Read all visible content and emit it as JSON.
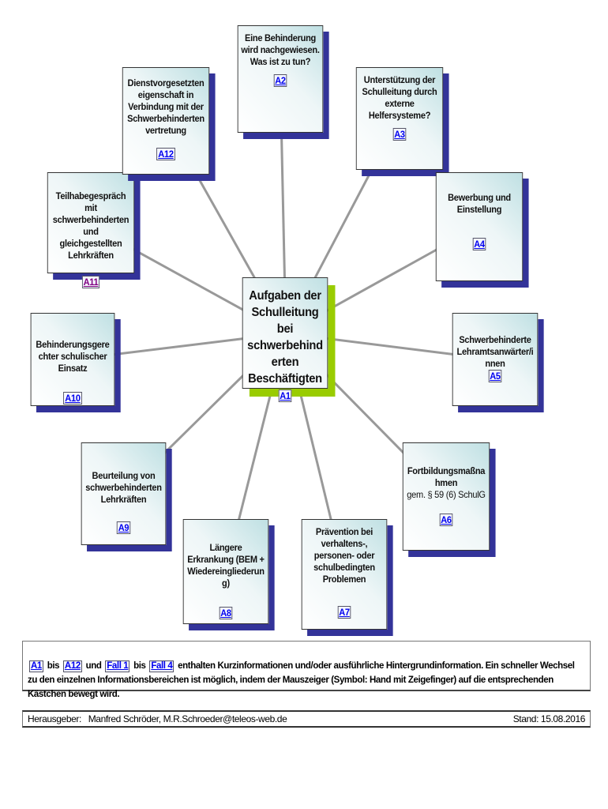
{
  "hub": {
    "title": "Aufgaben der Schulleitung bei schwerbehinderten Beschäftigten",
    "link": "A1"
  },
  "boxes": [
    {
      "id": "A2",
      "text": "Eine Behinderung wird nachgewiesen. Was ist zu tun?",
      "link": "A2"
    },
    {
      "id": "A3",
      "text": "Unterstützung der Schulleitung durch externe Helfersysteme?",
      "link": "A3"
    },
    {
      "id": "A4",
      "text": "Bewerbung und Einstellung",
      "link": "A4"
    },
    {
      "id": "A5",
      "text": "Schwerbehinderte Lehramtsanwärter/innen",
      "link": "A5"
    },
    {
      "id": "A6",
      "text": "Fortbildungsmaßnahmen",
      "sub": "gem. § 59 (6) SchulG",
      "link": "A6"
    },
    {
      "id": "A7",
      "text": "Prävention bei verhaltens-, personen- oder schulbedingten Problemen",
      "link": "A7"
    },
    {
      "id": "A8",
      "text": "Längere Erkrankung (BEM + Wiedereingliederung)",
      "link": "A8"
    },
    {
      "id": "A9",
      "text": "Beurteilung von schwerbehinderten Lehrkräften",
      "link": "A9"
    },
    {
      "id": "A10",
      "text": "Behinderungsgerechter schulischer Einsatz",
      "link": "A10"
    },
    {
      "id": "A11",
      "text": "Teilhabegespräch mit schwerbehinderten und gleichgestellten Lehrkräften",
      "link": "A11"
    },
    {
      "id": "A12",
      "text": "Dienstvorgesetzteneigenschaft in Verbindung mit der Schwerbehindertenvertretung",
      "link": "A12"
    }
  ],
  "note": {
    "link1": "A1",
    "bis1": "bis",
    "link2": "A12",
    "und": "und",
    "link3": "Fall 1",
    "bis2": "bis",
    "link4": "Fall 4",
    "text": "enthalten Kurzinformationen und/oder ausführliche Hintergrundinformation. Ein schneller Wechsel zu den einzelnen Informationsbereichen ist möglich, indem der Mauszeiger (Symbol: Hand mit Zeigefinger) auf die entsprechenden Kästchen bewegt wird."
  },
  "footer": {
    "publisher": "Herausgeber:   Manfred Schröder, M.R.Schroeder@teleos-web.de",
    "date": "Stand: 15.08.2016"
  },
  "colors": {
    "shadow": "#333399",
    "hub_shadow": "#99cc00",
    "link": "#0000ee"
  }
}
